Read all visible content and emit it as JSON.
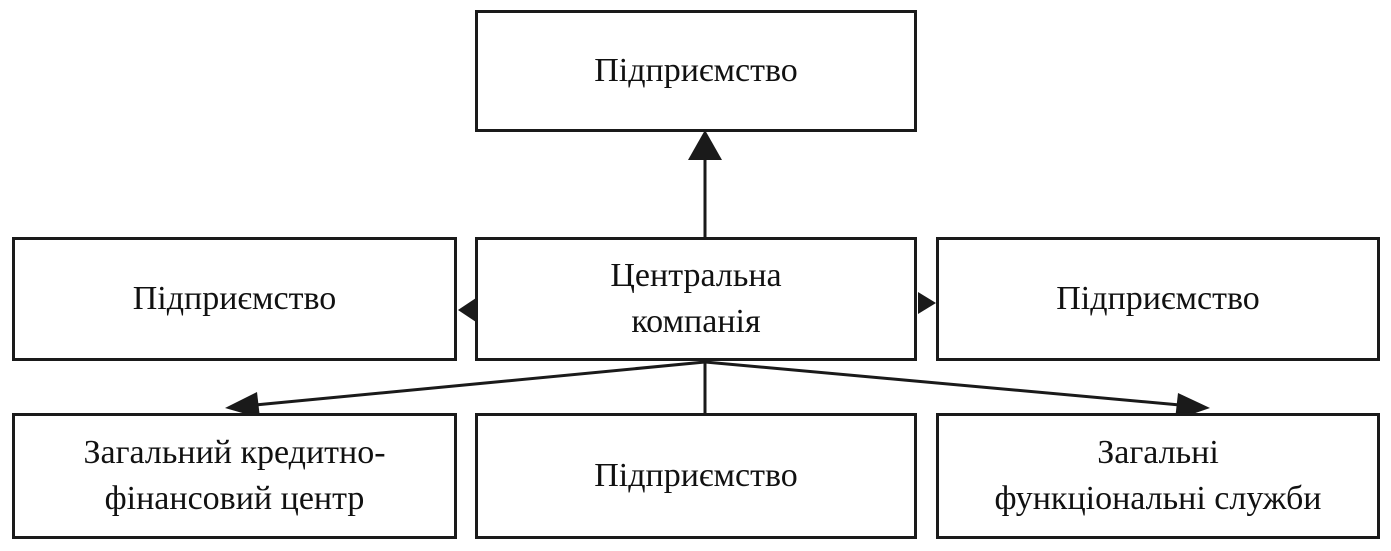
{
  "diagram": {
    "top": {
      "label": "Підприємство"
    },
    "middle_left": {
      "label": "Підприємство"
    },
    "center": {
      "label": "Центральна\nкомпанія"
    },
    "middle_right": {
      "label": "Підприємство"
    },
    "bottom_left": {
      "label": "Загальний кредитно-\nфінансовий центр"
    },
    "bottom_center": {
      "label": "Підприємство"
    },
    "bottom_right": {
      "label": "Загальні\nфункціональні служби"
    }
  },
  "edges": [
    {
      "from": "center",
      "to": "top",
      "arrow": true
    },
    {
      "from": "center",
      "to": "middle_left",
      "arrow": true
    },
    {
      "from": "center",
      "to": "middle_right",
      "arrow": true
    },
    {
      "from": "center",
      "to": "bottom_left",
      "arrow": true
    },
    {
      "from": "center",
      "to": "bottom_right",
      "arrow": true
    },
    {
      "from": "center",
      "to": "bottom_center",
      "arrow": false
    }
  ]
}
